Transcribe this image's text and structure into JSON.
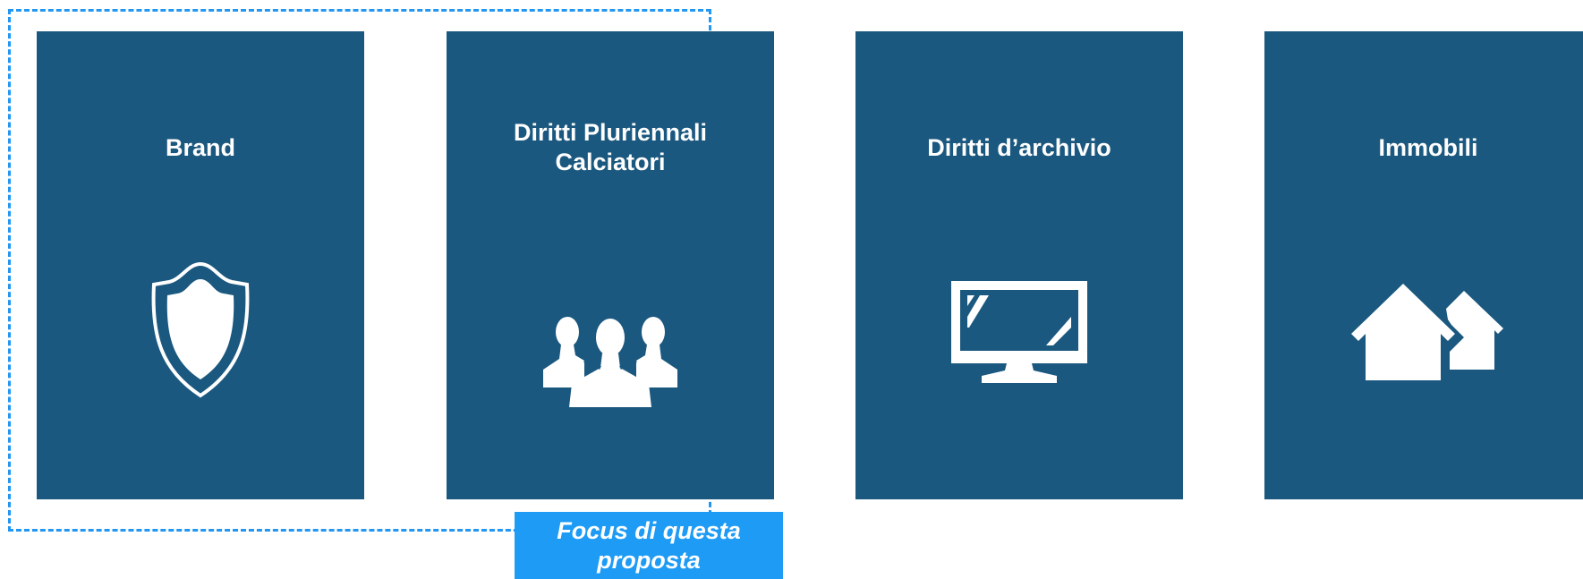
{
  "colors": {
    "card_background": "#1b587f",
    "focus_border": "#2196f3",
    "focus_label_background": "#1e9bf4",
    "text": "#ffffff"
  },
  "cards": [
    {
      "label": "Brand",
      "icon": "shield-icon"
    },
    {
      "label": "Diritti Pluriennali Calciatori",
      "icon": "people-group-icon"
    },
    {
      "label": "Diritti d’archivio",
      "icon": "monitor-icon"
    },
    {
      "label": "Immobili",
      "icon": "houses-icon"
    }
  ],
  "focus": {
    "label": "Focus di questa proposta"
  }
}
